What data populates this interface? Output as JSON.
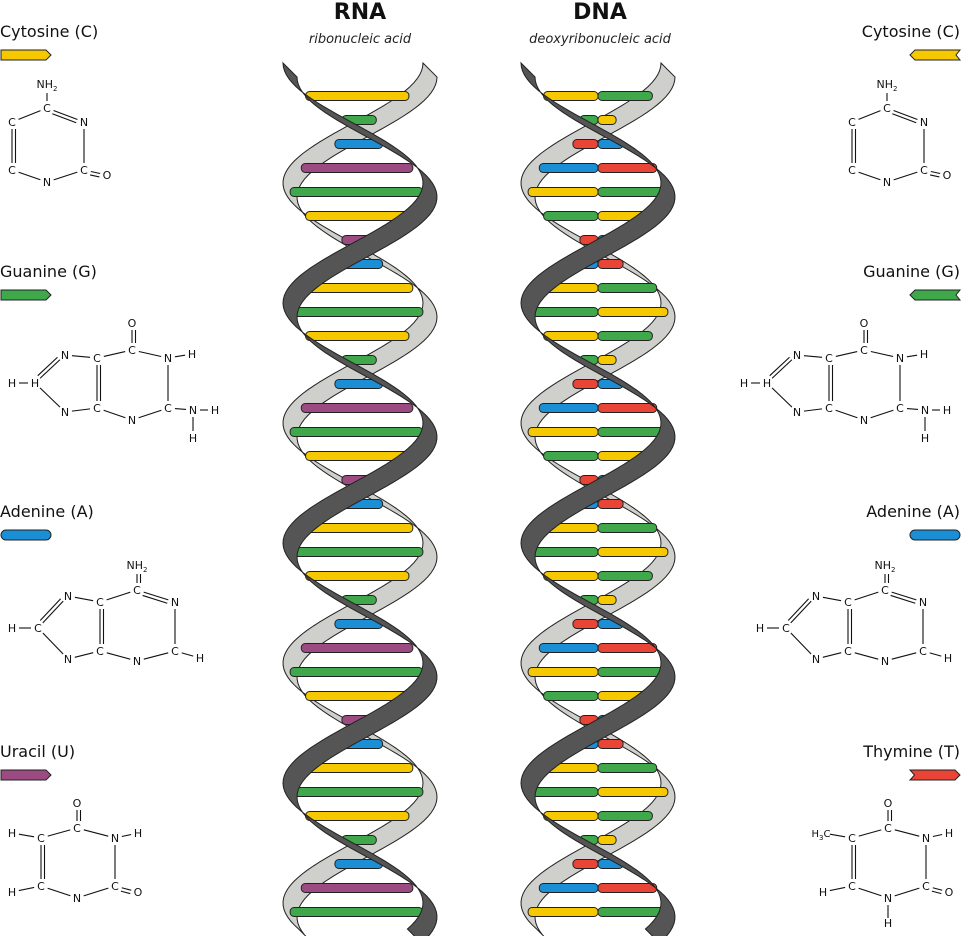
{
  "colors": {
    "cytosine": "#f5c800",
    "guanine": "#3ea84a",
    "adenine": "#1a8fd6",
    "uracil": "#9b4a82",
    "thymine": "#ea4436",
    "backbone_front": "#555555",
    "backbone_back": "#cfcfcc",
    "outline": "#222222"
  },
  "rna": {
    "title": "RNA",
    "subtitle": "ribonucleic acid"
  },
  "dna": {
    "title": "DNA",
    "subtitle": "deoxyribonucleic acid"
  },
  "left_bases": [
    {
      "id": "cytosine",
      "name": "Cytosine (C)",
      "color_key": "cytosine"
    },
    {
      "id": "guanine",
      "name": "Guanine (G)",
      "color_key": "guanine"
    },
    {
      "id": "adenine",
      "name": "Adenine (A)",
      "color_key": "adenine"
    },
    {
      "id": "uracil",
      "name": "Uracil (U)",
      "color_key": "uracil"
    }
  ],
  "right_bases": [
    {
      "id": "cytosine",
      "name": "Cytosine (C)",
      "color_key": "cytosine"
    },
    {
      "id": "guanine",
      "name": "Guanine (G)",
      "color_key": "guanine"
    },
    {
      "id": "adenine",
      "name": "Adenine (A)",
      "color_key": "adenine"
    },
    {
      "id": "thymine",
      "name": "Thymine (T)",
      "color_key": "thymine"
    }
  ],
  "atoms": {
    "C": "C",
    "N": "N",
    "O": "O",
    "H": "H",
    "NH": "NH",
    "H3C": "H3C",
    "sub2": "2",
    "sub3": "3"
  }
}
